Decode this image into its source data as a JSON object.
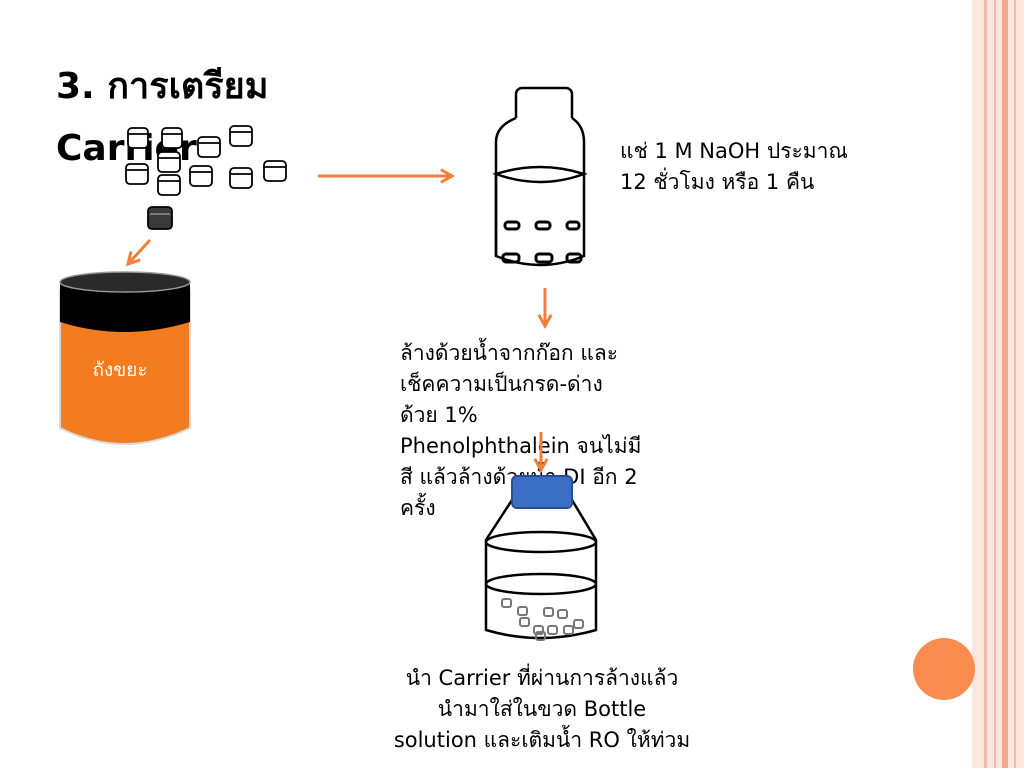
{
  "slide": {
    "title_lines": [
      "3. การเตรียม",
      "Carrier"
    ]
  },
  "bin": {
    "label": "ถังขยะ"
  },
  "steps": {
    "soak_lines": [
      "แช่ 1 M NaOH ประมาณ",
      "12 ชั่วโมง หรือ 1 คืน"
    ],
    "wash_lines": [
      "ล้างด้วยน้ำจากก๊อก และ",
      "เช็คความเป็นกรด-ด่าง",
      "ด้วย 1%",
      "Phenolphthalein จนไม่มี",
      "สี แล้วล้างด้วยน้ำ DI อีก 2",
      "ครั้ง"
    ],
    "final_lines": [
      "นำ Carrier ที่ผ่านการล้างแล้ว",
      "นำมาใส่ในขวด Bottle",
      "solution และเติมน้ำ RO ให้ท่วม"
    ]
  },
  "colors": {
    "accent_orange": "#F07F3C",
    "bin_orange": "#F47C20",
    "cap_blue": "#3A6FC4",
    "dot_orange": "#FA8C4F",
    "stripe_pink": "#F6B9A7"
  }
}
